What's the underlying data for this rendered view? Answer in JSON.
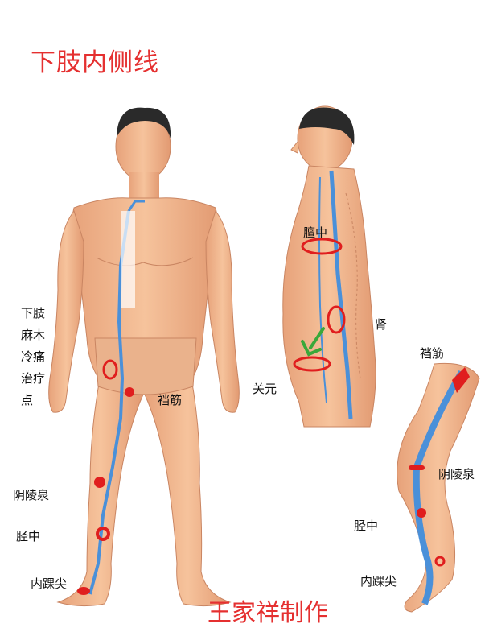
{
  "title": "下肢内侧线",
  "credit": "王家祥制作",
  "front_figure": {
    "side_labels": [
      "下肢",
      "麻木",
      "冷痛",
      "治疗",
      "点"
    ],
    "label_dangjin": "裆筋",
    "label_yinlingquan": "阴陵泉",
    "label_jingzhong": "胫中",
    "label_neihuaijian": "内踝尖"
  },
  "side_figure": {
    "label_tanzhong": "膻中",
    "label_shen": "肾",
    "label_guanyuan": "关元"
  },
  "leg_figure": {
    "label_dangjin": "裆筋",
    "label_yinlingquan": "阴陵泉",
    "label_jingzhong": "胫中",
    "label_neihuaijian": "内踝尖"
  },
  "colors": {
    "skin": "#f2b88e",
    "skin_shadow": "#d9906a",
    "hair": "#2a2a2a",
    "meridian_blue": "#4a90d9",
    "marker_red": "#e01e1e",
    "arrow_green": "#3aa83a"
  }
}
